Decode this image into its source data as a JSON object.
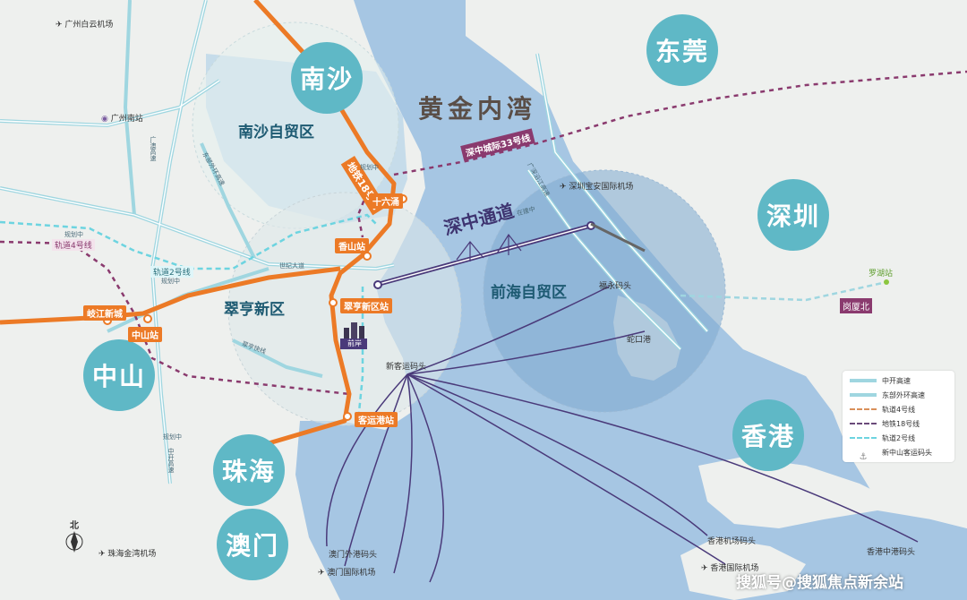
{
  "cities": {
    "nansha": "南沙",
    "dongguan": "东莞",
    "shenzhen": "深圳",
    "zhongshan": "中山",
    "hongkong": "香港",
    "zhuhai": "珠海",
    "macau": "澳门"
  },
  "zones": {
    "nansha_ftz": "南沙自贸区",
    "qianhai_ftz": "前海自贸区",
    "cuiheng": "翠亨新区"
  },
  "bay": "黄金内湾",
  "passage": {
    "name": "深中通道",
    "sub": "在建中"
  },
  "lines": {
    "intercity33": "深中城际33号线",
    "metro18": "地铁18号线",
    "metro18_sub": "规划中",
    "gz_huizhou_expressway": "广澳高速",
    "zhongkai_expressway": "中开高速",
    "century_ave": "世纪大道",
    "shenzhen_outer": "广深沿江高速",
    "cuiheng_ave": "翠亨快线",
    "rail2": "轨道2号线",
    "rail2_sub": "规划中",
    "rail4": "轨道4号线",
    "rail4_sub": "规划中",
    "zhongkai_sub": "规划中",
    "east_ring": "东部外环高速"
  },
  "stations": {
    "shiliuyong": "十六涌",
    "xiangshan": "香山站",
    "cuiheng_station": "翠亨新区站",
    "qijiang": "岐江新城",
    "zhongshan_station": "中山站",
    "keyun": "客运港站",
    "luohu": "罗湖站",
    "gangxia_north": "岗厦北"
  },
  "airports": {
    "baiyun": "广州白云机场",
    "baoan": "深圳宝安国际机场",
    "jinwan": "珠海金湾机场",
    "macau_airport": "澳门国际机场",
    "hk_airport": "香港国际机场"
  },
  "piers": {
    "new_zhongshan": "新客运码头",
    "fuyong": "福永码头",
    "shekou": "蛇口港",
    "macau_outer": "澳门外港码头",
    "hk_airport_pier": "香港机场码头",
    "hk_china_ferry": "香港中港码头"
  },
  "places": {
    "guangzhou_south": "广州南站",
    "project": "前岸"
  },
  "compass": "北",
  "legend": [
    {
      "label": "中开高速",
      "kind": "highway"
    },
    {
      "label": "东部外环高速",
      "kind": "highway"
    },
    {
      "label": "轨道4号线",
      "kind": "rail4"
    },
    {
      "label": "地铁18号线",
      "kind": "metro18"
    },
    {
      "label": "轨道2号线",
      "kind": "rail2"
    },
    {
      "label": "新中山客运码头",
      "kind": "pier"
    }
  ],
  "colors": {
    "water": "#a6c6e3",
    "land": "#eef0ee",
    "city_circle": "#5fb8c6",
    "metro18": "#ec7a26",
    "intercity33": "#8a3a6e",
    "rail4": "#8a3a6e",
    "rail2": "#6dd4e0",
    "passage": "#4a3a7a",
    "ferry": "#4a3a7a",
    "highway": "#9fd6e0"
  },
  "watermark": "搜狐号@搜狐焦点新余站"
}
